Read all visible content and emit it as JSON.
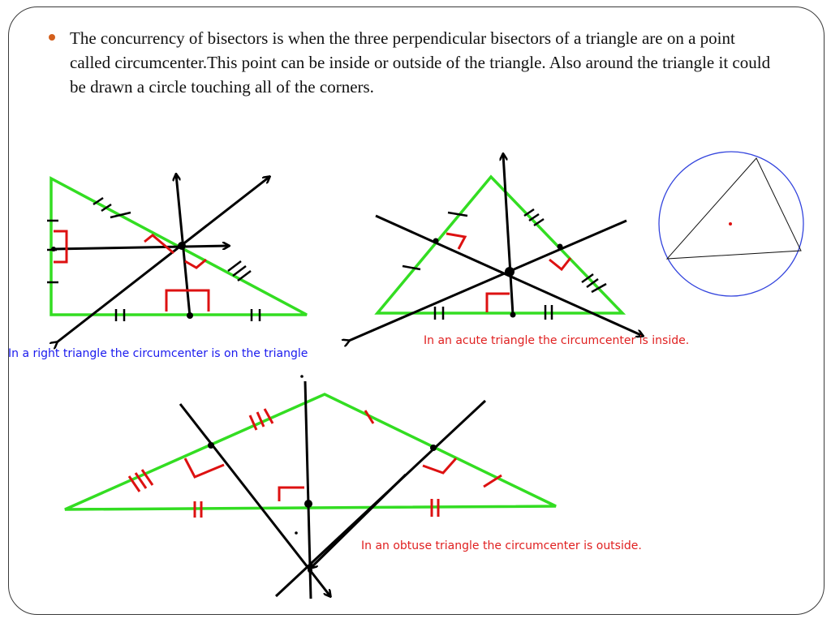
{
  "slide": {
    "bullet_text": "The concurrency of bisectors is when the three perpendicular bisectors of a triangle are on a point called circumcenter.This point can be inside or outside of the triangle. Also around the triangle it could be drawn a circle touching all of the corners."
  },
  "captions": {
    "right": "In a right triangle the circumcenter is on the triangle",
    "acute": "In an acute triangle the circumcenter is inside.",
    "obtuse": "In an obtuse triangle the circumcenter is outside."
  },
  "colors": {
    "triangle": "#33dd22",
    "lines": "#000000",
    "marks": "#dd1111",
    "bullet": "#d35f1c",
    "caption_blue": "#1a1aee",
    "caption_red": "#e02020",
    "circle": "#3344dd"
  },
  "icons": {
    "bullet": "bullet-dot-icon"
  }
}
